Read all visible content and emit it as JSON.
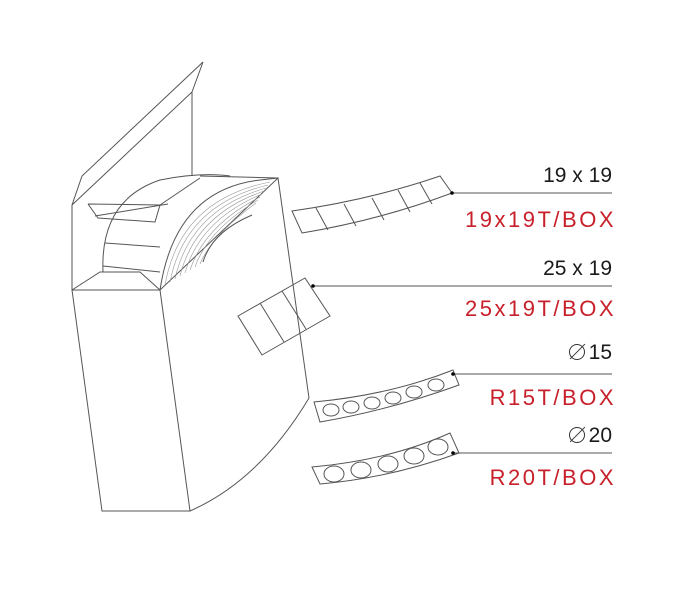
{
  "colors": {
    "line": "#555555",
    "code_text": "#c8202a",
    "size_text": "#1a1a1a"
  },
  "items": [
    {
      "size": "19 x 19",
      "code": "19x19T/BOX",
      "shape": "square"
    },
    {
      "size": "25 x 19",
      "code": "25x19T/BOX",
      "shape": "rectangle"
    },
    {
      "size": "15",
      "size_icon": "diameter-icon",
      "code": "R15T/BOX",
      "shape": "round"
    },
    {
      "size": "20",
      "size_icon": "diameter-icon",
      "code": "R20T/BOX",
      "shape": "round"
    }
  ]
}
